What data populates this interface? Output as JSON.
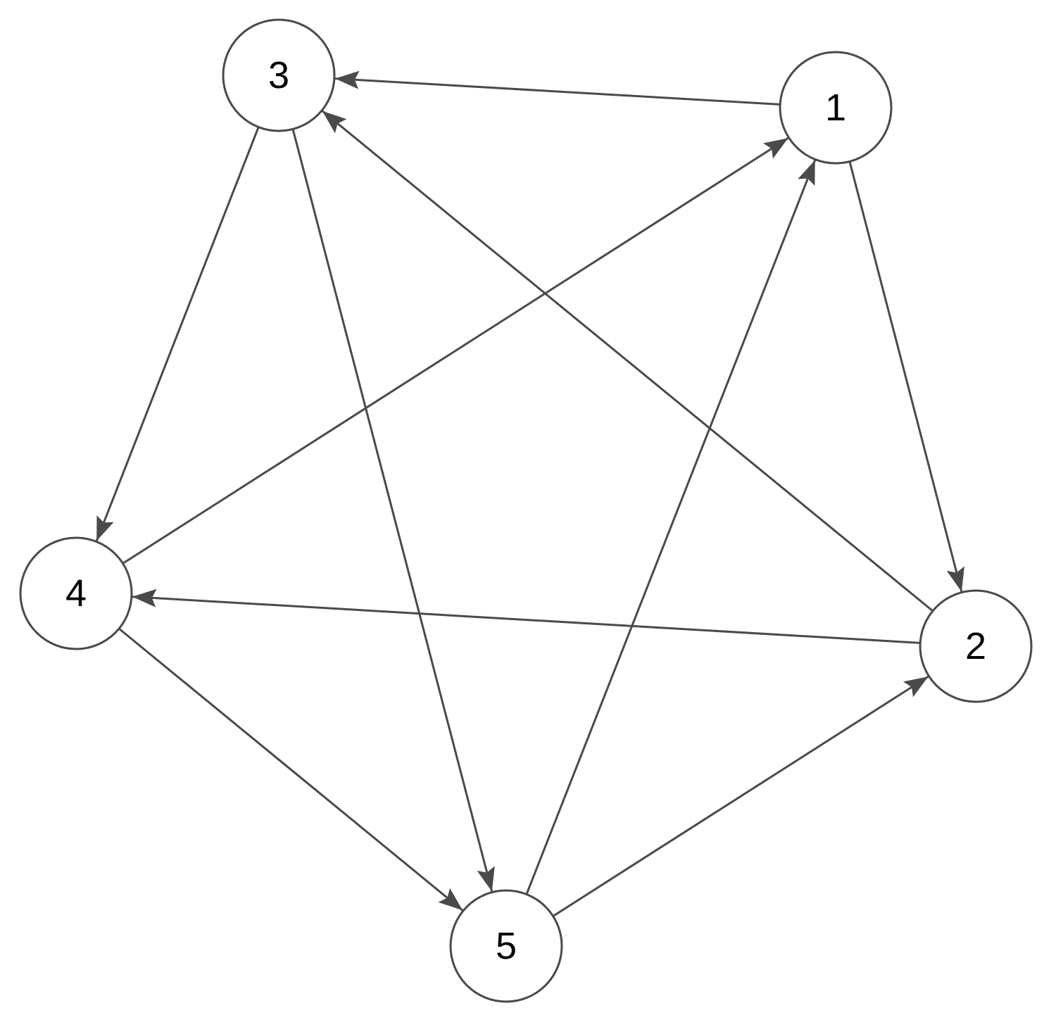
{
  "graph": {
    "nodes": [
      {
        "id": "1",
        "label": "1"
      },
      {
        "id": "2",
        "label": "2"
      },
      {
        "id": "3",
        "label": "3"
      },
      {
        "id": "4",
        "label": "4"
      },
      {
        "id": "5",
        "label": "5"
      }
    ],
    "edges": [
      {
        "from": "1",
        "to": "3"
      },
      {
        "from": "1",
        "to": "2"
      },
      {
        "from": "2",
        "to": "3"
      },
      {
        "from": "2",
        "to": "4"
      },
      {
        "from": "3",
        "to": "4"
      },
      {
        "from": "3",
        "to": "5"
      },
      {
        "from": "4",
        "to": "1"
      },
      {
        "from": "4",
        "to": "5"
      },
      {
        "from": "5",
        "to": "1"
      },
      {
        "from": "5",
        "to": "2"
      }
    ]
  },
  "colors": {
    "edge": "#4a4a4a",
    "node_stroke": "#4a4a4a",
    "node_fill": "#ffffff",
    "label": "#000000"
  }
}
